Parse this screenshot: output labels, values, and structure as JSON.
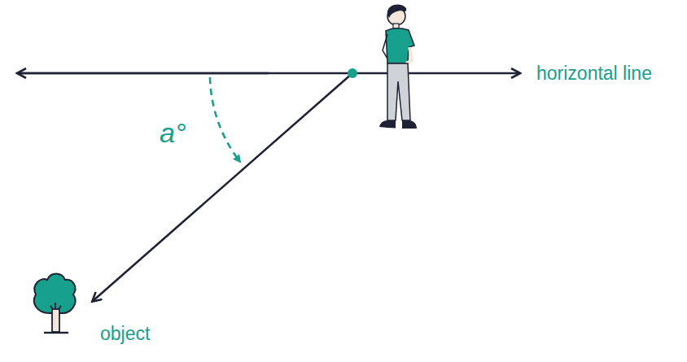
{
  "diagram": {
    "labels": [
      "a°",
      "horizontal line",
      "object"
    ]
  }
}
